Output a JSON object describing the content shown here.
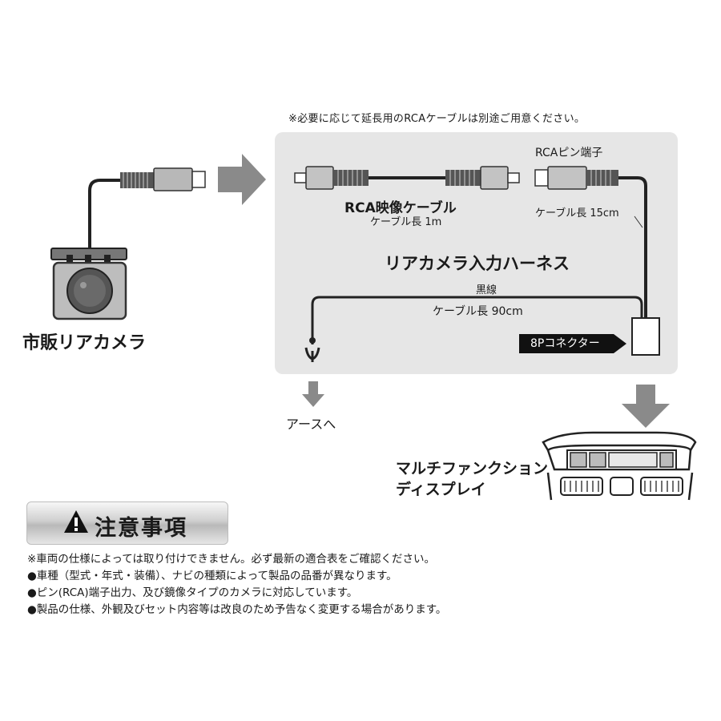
{
  "top_note": "※必要に応じて延長用のRCAケーブルは別途ご用意ください。",
  "rca_cable": {
    "title": "RCA映像ケーブル",
    "length": "ケーブル長 1m"
  },
  "rca_pin": {
    "label": "RCAピン端子",
    "length": "ケーブル長 15cm"
  },
  "harness_title": "リアカメラ入力ハーネス",
  "black_wire": {
    "label": "黒線",
    "length": "ケーブル長 90cm"
  },
  "connector_label": "8Pコネクター",
  "camera_label": "市販リアカメラ",
  "earth_label": "アースへ",
  "multi_function": {
    "line1": "マルチファンクション",
    "line2": "ディスプレイ"
  },
  "caution": {
    "title": "注意事項"
  },
  "notes": [
    "※車両の仕様によっては取り付けできません。必ず最新の適合表をご確認ください。",
    "●車種（型式・年式・装備）、ナビの種類によって製品の品番が異なります。",
    "●ピン(RCA)端子出力、及び鏡像タイプのカメラに対応しています。",
    "●製品の仕様、外観及びセット内容等は改良のため予告なく変更する場合があります。"
  ],
  "colors": {
    "panel": "#e6e6e6",
    "arrow": "#8a8a8a",
    "cable": "#222222",
    "tag": "#111111"
  }
}
